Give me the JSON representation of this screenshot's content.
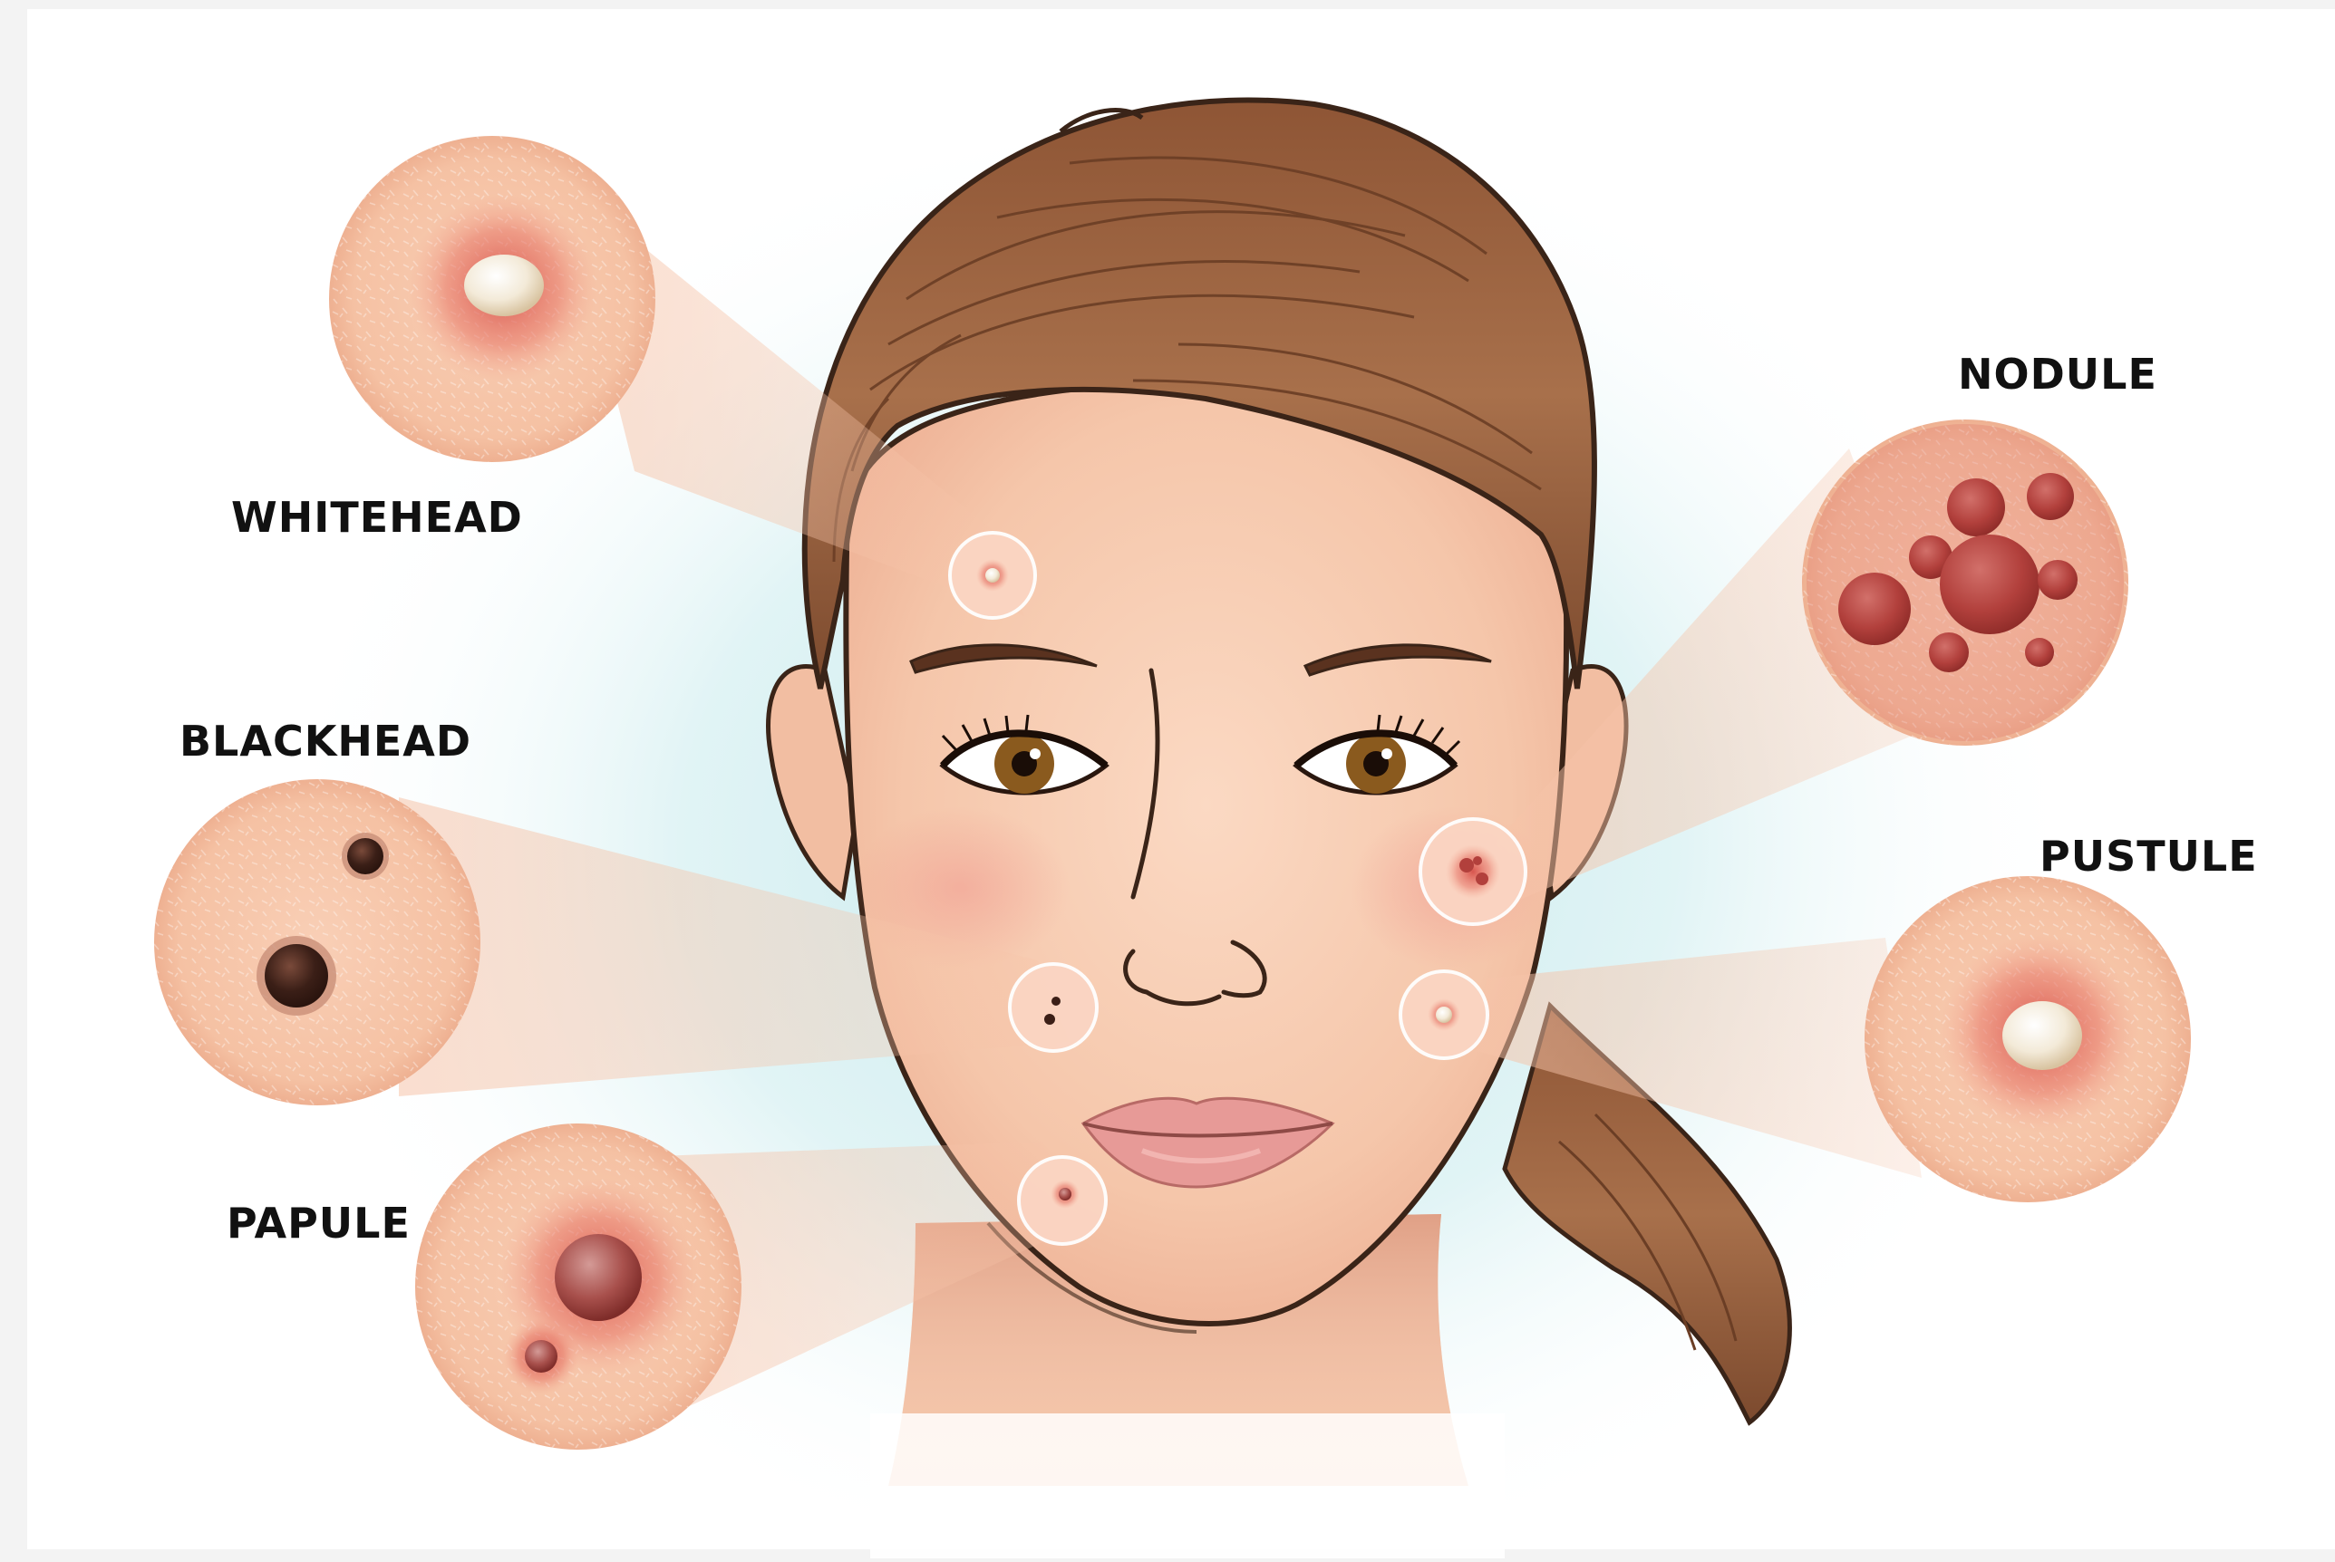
{
  "colors": {
    "background": "#ffffff",
    "glow": "#bfe6ea",
    "skin": "#f6c8ae",
    "hair": "#a86b47",
    "outline": "#3a2418",
    "iris": "#8a5a1e",
    "lips": "#e79a97",
    "inflammation": "#d9504a"
  },
  "labels": {
    "whitehead": "WHITEHEAD",
    "blackhead": "BLACKHEAD",
    "papule": "PAPULE",
    "nodule": "NODULE",
    "pustule": "PUSTULE"
  },
  "icons": {
    "face": "woman-face-illustration",
    "whitehead": "whitehead-lesion-icon",
    "blackhead": "blackhead-lesion-icon",
    "papule": "papule-lesion-icon",
    "nodule": "nodule-lesion-icon",
    "pustule": "pustule-lesion-icon"
  }
}
